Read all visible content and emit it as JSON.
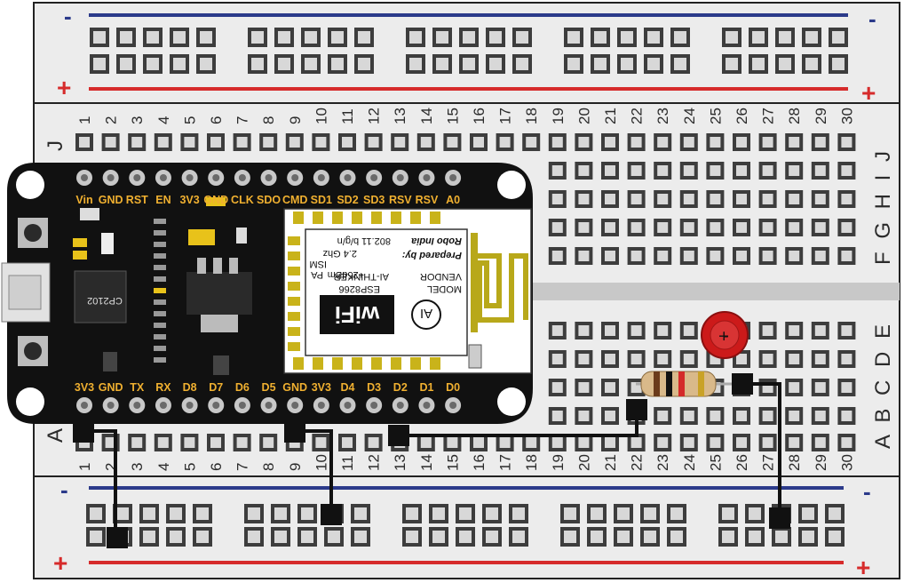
{
  "breadboard": {
    "columns": [
      "1",
      "2",
      "3",
      "4",
      "5",
      "6",
      "7",
      "8",
      "9",
      "10",
      "11",
      "12",
      "13",
      "14",
      "15",
      "16",
      "17",
      "18",
      "19",
      "20",
      "21",
      "22",
      "23",
      "24",
      "25",
      "26",
      "27",
      "28",
      "29",
      "30"
    ],
    "rows_top": "J",
    "rows_mid": "F G H I J",
    "rows_bottom": "A B C D E",
    "row_a": "A",
    "rail_minus": "-",
    "rail_plus": "+",
    "colors": {
      "board": "#ececec",
      "hole": "#3d3d3d",
      "rail_red": "#d62b2b",
      "rail_blue": "#2b3a8a",
      "wire": "#111111"
    }
  },
  "nodemcu": {
    "top_pins": [
      "Vin",
      "GND",
      "RST",
      "EN",
      "3V3",
      "GND",
      "CLK",
      "SDO",
      "CMD",
      "SD1",
      "SD2",
      "SD3",
      "RSV",
      "RSV",
      "A0"
    ],
    "bottom_pins": [
      "3V3",
      "GND",
      "TX",
      "RX",
      "D8",
      "D7",
      "D6",
      "D5",
      "GND",
      "3V3",
      "D4",
      "D3",
      "D2",
      "D1",
      "D0"
    ],
    "usb_chip": "CP2102",
    "colors": {
      "board": "#111111",
      "label": "#f0b030",
      "pin": "#c8c8c8"
    }
  },
  "esp_module": {
    "maker": "Robo India",
    "prepared_by": "Prepared by:",
    "line1": "802.11 b/g/n",
    "line2": "2.4 Ghz",
    "line3": "ISM",
    "line4": "+25dBm",
    "line5": "PA",
    "line6": "MODEL",
    "line7": "VENDOR",
    "line8": "ESP8266",
    "line9": "AI-THINKER",
    "wifi_logo": "wiFi",
    "ai_logo": "AI",
    "antenna_color": "#b8a81a"
  },
  "led": {
    "color": "#cc1a1a",
    "minus_mark": "-",
    "plus_mark": "+"
  },
  "resistor": {
    "bands": [
      "#6b3b1b",
      "#111111",
      "#d42a2a",
      "#c9a227"
    ]
  }
}
